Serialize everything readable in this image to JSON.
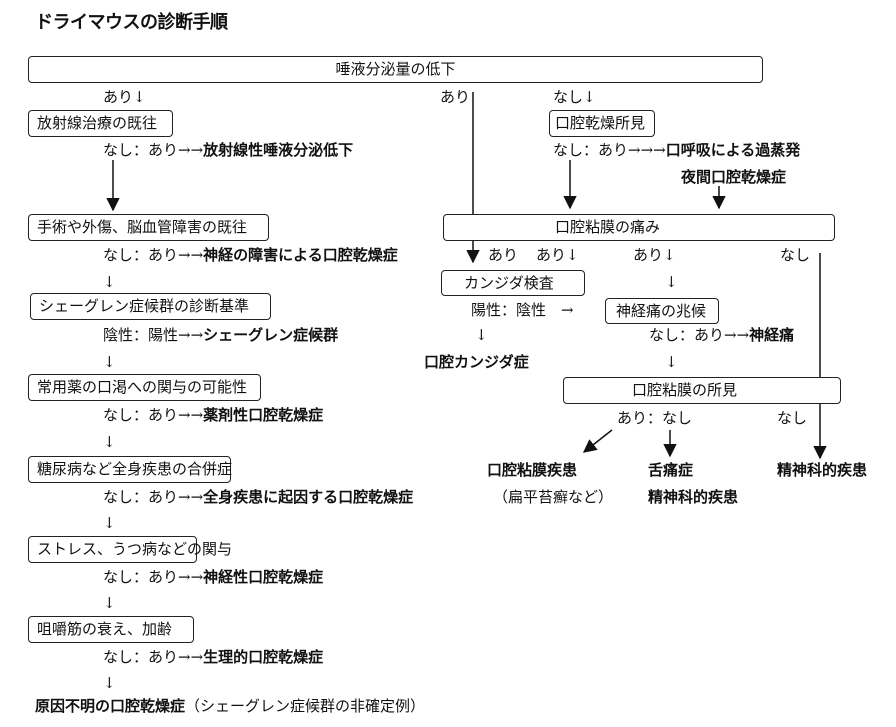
{
  "title": "ドライマウスの診断手順",
  "top_box": "唾液分泌量の低下",
  "left": {
    "ari_down": "あり↓",
    "steps": [
      {
        "box": "放射線治療の既往",
        "branch": "なし：あり→→",
        "result": "放射線性唾液分泌低下"
      },
      {
        "box": "手術や外傷、脳血管障害の既往",
        "branch": "なし：あり→→",
        "result": "神経の障害による口腔乾燥症"
      },
      {
        "box": "シェーグレン症候群の診断基準",
        "branch": "陰性：陽性→→",
        "result": "シェーグレン症候群"
      },
      {
        "box": "常用薬の口渇への関与の可能性",
        "branch": "なし：あり→→",
        "result": "薬剤性口腔乾燥症"
      },
      {
        "box": "糖尿病など全身疾患の合併症",
        "branch": "なし：あり→→",
        "result": "全身疾患に起因する口腔乾燥症"
      },
      {
        "box": "ストレス、うつ病などの関与",
        "branch": "なし：あり→→",
        "result": "神経性口腔乾燥症"
      },
      {
        "box": "咀嚼筋の衰え、加齢",
        "branch": "なし：あり→→",
        "result": "生理的口腔乾燥症"
      }
    ],
    "down": "↓",
    "final_bold": "原因不明の口腔乾燥症",
    "final_note": "（シェーグレン症候群の非確定例）"
  },
  "right": {
    "ari": "あり",
    "nashi_down": "なし↓",
    "dry_box": "口腔乾燥所見",
    "dry_branch": "なし：あり→→→",
    "dry_result1": "口呼吸による過蒸発",
    "dry_result2": "夜間口腔乾燥症",
    "pain_box": "口腔粘膜の痛み",
    "pain_ari1": "あり",
    "pain_ari2": "あり↓",
    "pain_ari3": "あり↓",
    "pain_nashi": "なし",
    "candida_box": "カンジダ検査",
    "candida_branch": "陽性：陰性　→",
    "candida_down": "↓",
    "candida_result": "口腔カンジダ症",
    "down": "↓",
    "neuralgia_box": "神経痛の兆候",
    "neuralgia_branch": "なし：あり→→",
    "neuralgia_result": "神経痛",
    "mucosa_box": "口腔粘膜の所見",
    "mucosa_branch": "あり：なし",
    "mucosa_nashi": "なし",
    "mucosal_disease": "口腔粘膜疾患",
    "mucosal_note": "（扁平苔癬など）",
    "glossodynia": "舌痛症",
    "psych1": "精神科的疾患",
    "psych2": "精神科的疾患"
  }
}
